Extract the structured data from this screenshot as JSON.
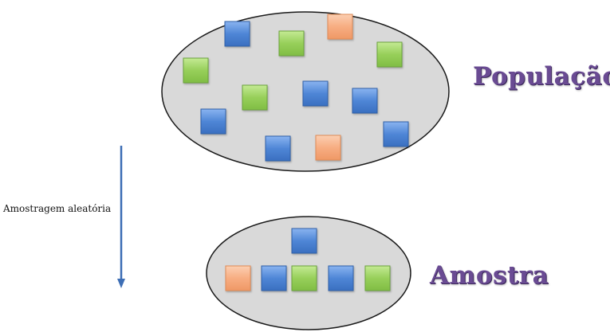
{
  "labels": {
    "population": "População",
    "sample": "Amostra",
    "arrow": "Amostragem aleatória"
  },
  "colors": {
    "blue": "#4f86d6",
    "green": "#97cf5a",
    "orange": "#f7ad82",
    "ellipse_fill": "#d9d9d9",
    "ellipse_stroke": "#1a1a1a",
    "title_text": "#6a4b93",
    "arrow": "#3d6eb5"
  },
  "population_items": [
    "blue",
    "green",
    "orange",
    "green",
    "green",
    "blue",
    "green",
    "blue",
    "blue",
    "blue",
    "orange",
    "blue"
  ],
  "sample_items": [
    "blue",
    "orange",
    "blue",
    "green",
    "blue",
    "green"
  ]
}
